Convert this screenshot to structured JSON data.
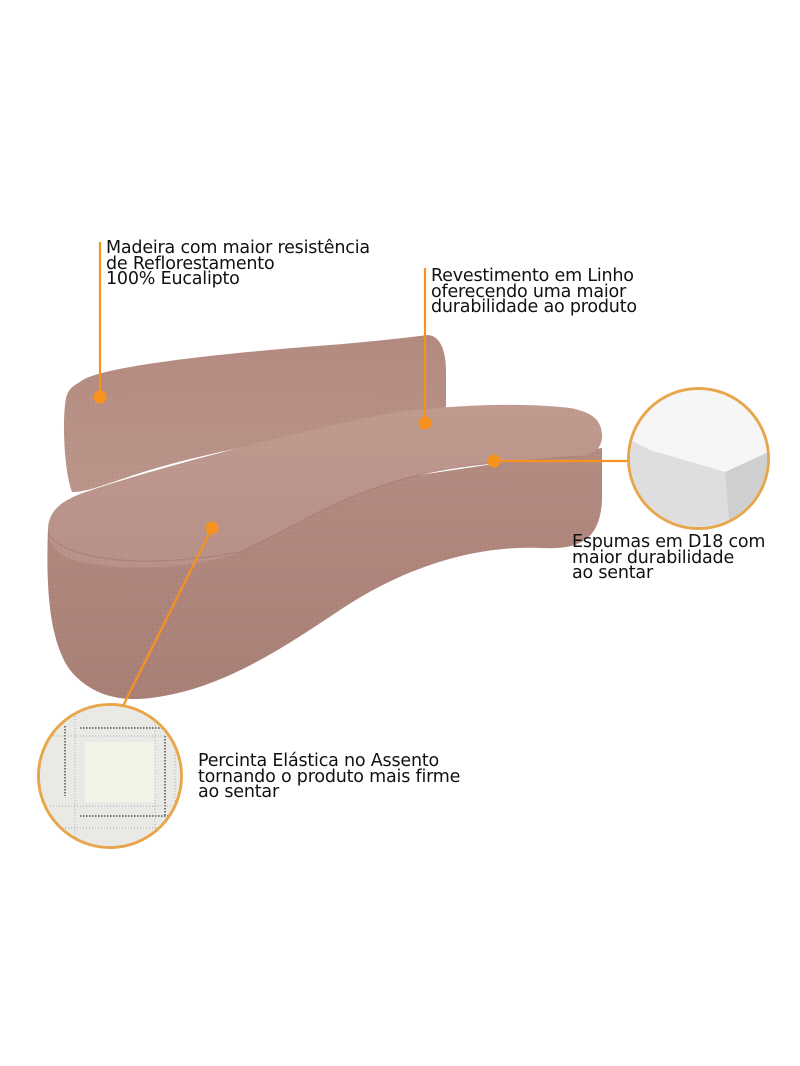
{
  "product": {
    "name": "Curved sofa",
    "upholstery_color": "#b99085",
    "accent_color": "#f7921e"
  },
  "callouts": [
    {
      "id": "madeira",
      "lines": [
        "Madeira com maior resistência",
        "de Reflorestamento",
        "100% Eucalipto"
      ]
    },
    {
      "id": "revestimento",
      "lines": [
        "Revestimento em Linho",
        "oferecendo uma maior",
        "durabilidade ao produto"
      ]
    },
    {
      "id": "espumas",
      "lines": [
        "Espumas em D18 com",
        "maior durabilidade",
        "ao sentar"
      ],
      "detail_image": "foam-corner"
    },
    {
      "id": "percinta",
      "lines": [
        "Percinta Elástica no Assento",
        "tornando o produto mais firme",
        "ao sentar"
      ],
      "detail_image": "elastic-webbing"
    }
  ]
}
